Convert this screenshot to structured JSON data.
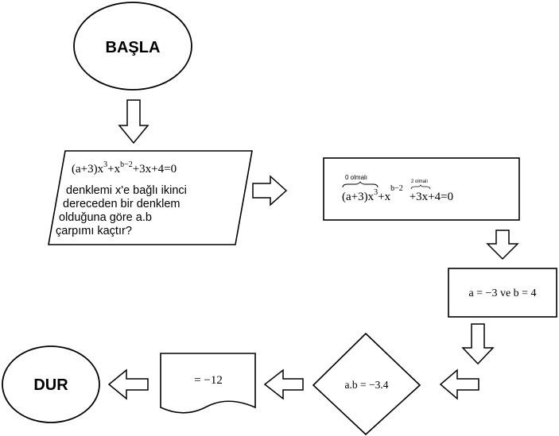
{
  "start": {
    "label": "BAŞLA"
  },
  "input": {
    "equation": {
      "open": "(a+3)x",
      "exp1": "3",
      "mid": "+x",
      "exp2": "b−2",
      "tail": "+3x+4=0"
    },
    "question_lines": [
      "denklemi x'e bağlı ikinci",
      "dereceden bir denklem",
      "olduğuna göre a.b",
      "çarpımı kaçtır?"
    ]
  },
  "process_1": {
    "note_a": "0 olmalı",
    "note_b": "2 olmalı",
    "equation": {
      "open": "(a+3)x",
      "exp1": "3",
      "mid": "+x",
      "exp2": "b−2",
      "tail": "+3x+4=0"
    }
  },
  "process_2": {
    "text": "a = −3  ve b = 4"
  },
  "decision": {
    "text": "a.b = −3.4"
  },
  "output": {
    "text": "= −12"
  },
  "end": {
    "label": "DUR"
  }
}
